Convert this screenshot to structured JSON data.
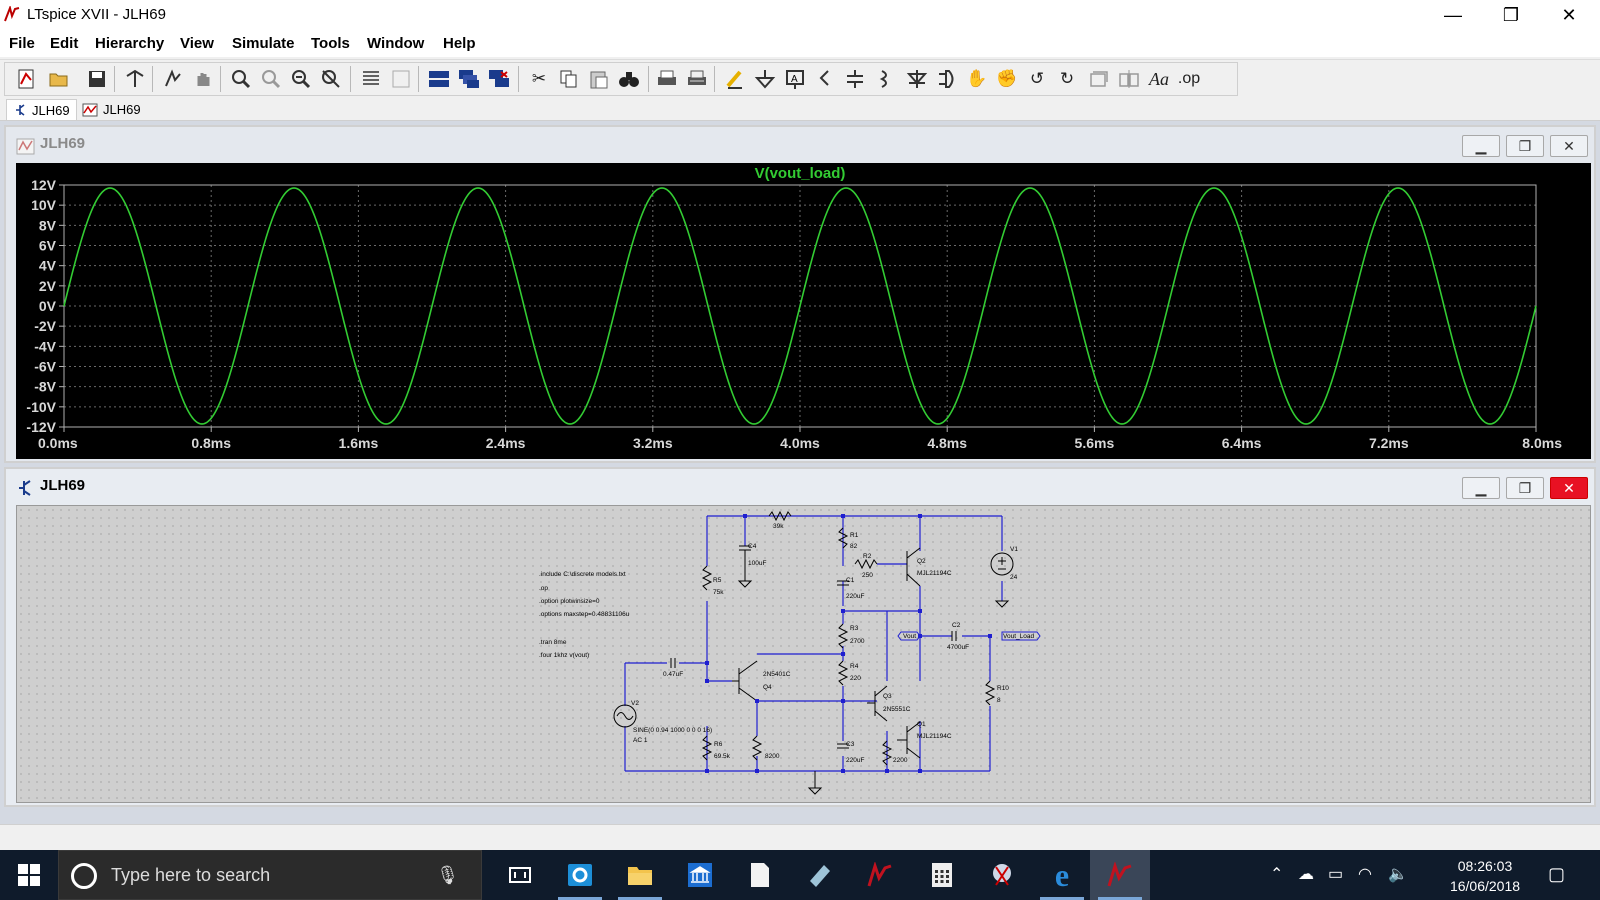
{
  "window": {
    "title": "LTspice XVII - JLH69",
    "minimize": "—",
    "restore": "❐",
    "close": "✕"
  },
  "menu": [
    "File",
    "Edit",
    "Hierarchy",
    "View",
    "Simulate",
    "Tools",
    "Window",
    "Help"
  ],
  "toolbar_icons": [
    "new-schematic-icon",
    "open-icon",
    "save-icon",
    "control-panel-icon",
    "run-icon",
    "halt-icon",
    "zoom-in-icon",
    "zoom-area-icon",
    "zoom-out-icon",
    "zoom-fit-icon",
    "autorange-icon",
    "fft-icon",
    "tile-horizontal-icon",
    "cascade-icon",
    "close-windows-icon",
    "cut-icon",
    "copy-icon",
    "paste-icon",
    "find-icon",
    "print-icon",
    "print-preview-icon",
    "wire-icon",
    "ground-icon",
    "net-label-icon",
    "resistor-icon",
    "capacitor-icon",
    "inductor-icon",
    "diode-icon",
    "component-icon",
    "move-icon",
    "drag-icon",
    "undo-icon",
    "redo-icon",
    "rotate-icon",
    "mirror-icon",
    "text-icon",
    "spice-directive-icon"
  ],
  "toolbar_text": {
    "text_tool": "Aa",
    "directive_tool": ".op"
  },
  "tabs": [
    {
      "label": "JLH69",
      "kind": "schematic",
      "active": true
    },
    {
      "label": "JLH69",
      "kind": "waveform",
      "active": false
    }
  ],
  "waveform_window": {
    "title": "JLH69",
    "trace_name": "V(vout_load)",
    "trace_color": "#33cc33"
  },
  "chart_data": {
    "type": "line",
    "title": "V(vout_load)",
    "series": [
      {
        "name": "V(vout_load)",
        "amplitude": 11.7,
        "frequency_khz": 1,
        "offset": 0
      }
    ],
    "x_ticks": [
      "0.0ms",
      "0.8ms",
      "1.6ms",
      "2.4ms",
      "3.2ms",
      "4.0ms",
      "4.8ms",
      "5.6ms",
      "6.4ms",
      "7.2ms",
      "8.0ms"
    ],
    "y_ticks": [
      "12V",
      "10V",
      "8V",
      "6V",
      "4V",
      "2V",
      "0V",
      "-2V",
      "-4V",
      "-6V",
      "-8V",
      "-10V",
      "-12V"
    ],
    "xlim": [
      0,
      8
    ],
    "ylim": [
      -12,
      12
    ],
    "x_unit": "ms",
    "y_unit": "V",
    "grid": true,
    "background": "#000000",
    "axis_color": "#b0b0b0",
    "tick_label_color": "#d8d8d8"
  },
  "schematic_window": {
    "title": "JLH69",
    "directives": [
      ".include C:\\discrete models.txt",
      ".op",
      ".option plotwinsize=0",
      ".options maxstep=0.48831106u",
      ".tran 8me",
      ".four 1khz v(vout)"
    ],
    "components": {
      "r_top": "39k",
      "c4": "C4",
      "c4_val": "100uF",
      "r5": "R5",
      "r5_val": "75k",
      "r1": "R1",
      "r1_val": "82",
      "r2": "R2",
      "r2_val": "250",
      "c1": "C1",
      "c1_val": "220uF",
      "q2": "Q2",
      "q2_part": "MJL21194C",
      "v1": "V1",
      "v1_val": "24",
      "r3": "R3",
      "r3_val": "2700",
      "vout_label": "Vout",
      "c2": "C2",
      "c2_val": "4700uF",
      "vout_load_label": "Vout_Load",
      "c_in_val": "0.47uF",
      "q4_part": "2N5401C",
      "q4": "Q4",
      "r4": "R4",
      "r4_val": "220",
      "q3": "Q3",
      "q3_part": "2N5551C",
      "r10": "R10",
      "r10_val": "8",
      "v2": "V2",
      "v2_val": "SINE(0 0.94 1000 0 0 0 16)",
      "v2_ac": "AC 1",
      "r6": "R6",
      "r6_val": "69.5k",
      "r_8200": "8200",
      "c3": "C3",
      "c3_val": "220uF",
      "q1": "Q1",
      "q1_part": "MJL21194C",
      "r_2200": "2200"
    }
  },
  "taskbar": {
    "search_placeholder": "Type here to search",
    "time": "08:26:03",
    "date": "16/06/2018"
  }
}
